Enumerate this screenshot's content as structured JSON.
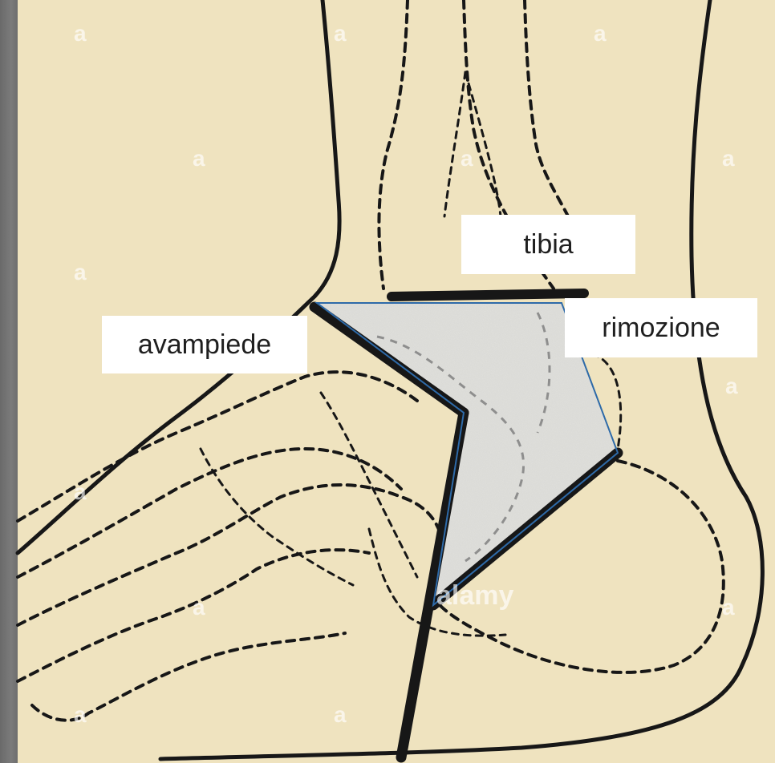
{
  "labels": {
    "tibia": "tibia",
    "forefoot": "avampiede",
    "removal": "rimozione"
  },
  "watermarks": [
    "a",
    "a",
    "a",
    "a",
    "a",
    "a",
    "a",
    "a",
    "a",
    "a",
    "a",
    "a",
    "a",
    "alamy"
  ],
  "colors": {
    "paper": "#efe3bf",
    "frame": "#6f6f6f",
    "ink": "#171717",
    "removed_region": "#d8d8d4",
    "outline": "#2e6aa8",
    "label_bg": "#ffffff",
    "label_text": "#1f1f1f"
  }
}
